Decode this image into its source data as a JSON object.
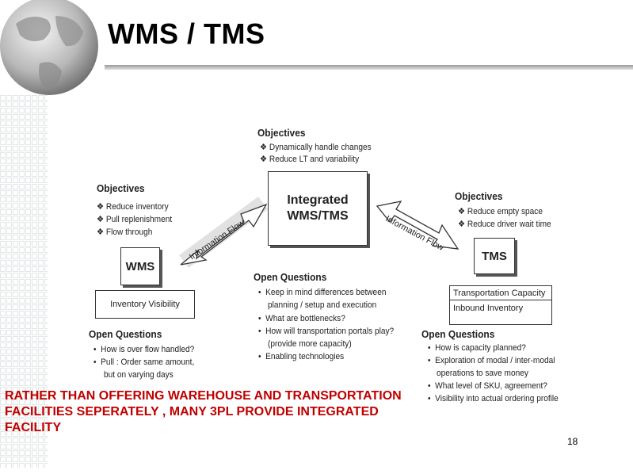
{
  "slide": {
    "title": "WMS / TMS",
    "caption": "RATHER THAN OFFERING WAREHOUSE AND TRANSPORTATION FACILITIES SEPERATELY , MANY 3PL PROVIDE INTEGRATED  FACILITY",
    "page_number": "18",
    "accent_color": "#c00000"
  },
  "diagram": {
    "center": {
      "objectives_title": "Objectives",
      "objectives": [
        "Dynamically handle changes",
        "Reduce LT and variability"
      ],
      "box_label_line1": "Integrated",
      "box_label_line2": "WMS/TMS",
      "open_questions_title": "Open Questions",
      "open_questions": [
        "Keep in mind differences between",
        "planning / setup and execution",
        "What are bottlenecks?",
        "How will transportation portals play?",
        "(provide more capacity)",
        "Enabling technologies"
      ]
    },
    "wms": {
      "objectives_title": "Objectives",
      "objectives": [
        "Reduce inventory",
        "Pull replenishment",
        "Flow through"
      ],
      "box_label": "WMS",
      "visibility_label": "Inventory Visibility",
      "open_questions_title": "Open Questions",
      "open_questions": [
        "How is over flow handled?",
        "Pull : Order same amount,",
        "but on varying days"
      ]
    },
    "tms": {
      "objectives_title": "Objectives",
      "objectives": [
        "Reduce empty space",
        "Reduce driver wait time"
      ],
      "box_label": "TMS",
      "side_box": [
        "Transportation Capacity",
        "Inbound Inventory"
      ],
      "open_questions_title": "Open Questions",
      "open_questions": [
        "How is capacity planned?",
        "Exploration of modal / inter-modal",
        "operations to save money",
        "What level of SKU, agreement?",
        "Visibility into actual ordering profile"
      ]
    },
    "left_arrow_label": "Information Flow",
    "right_arrow_label": "Information Flow"
  }
}
